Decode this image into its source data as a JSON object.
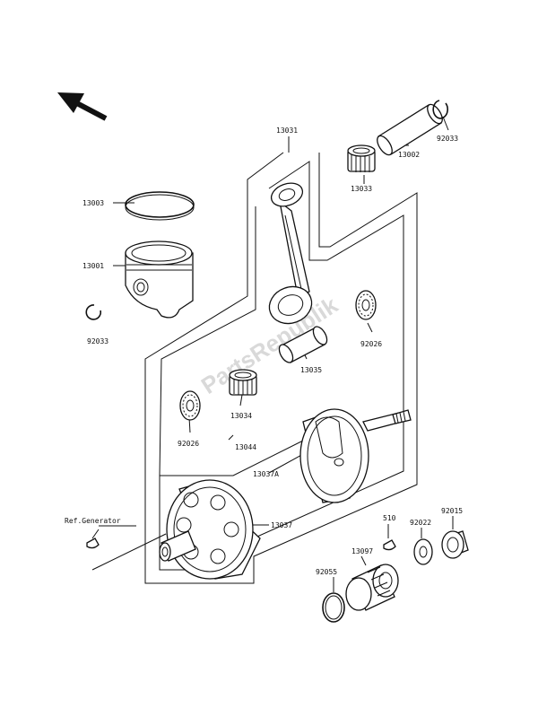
{
  "parts": {
    "p13031": "13031",
    "p13003": "13003",
    "p13001": "13001",
    "p92033a": "92033",
    "p92033b": "92033",
    "p13002": "13002",
    "p13033": "13033",
    "p92026a": "92026",
    "p92026b": "92026",
    "p13035": "13035",
    "p13034": "13034",
    "p13044": "13044",
    "p13037A": "13037A",
    "p13037": "13037",
    "p510": "510",
    "p92022": "92022",
    "p92015": "92015",
    "p92055": "92055",
    "p13097": "13097"
  },
  "ref_label": "Ref.Generator",
  "watermark": "PartsRepublik",
  "icons": {
    "direction_arrow": "arrow-up-left-icon"
  }
}
